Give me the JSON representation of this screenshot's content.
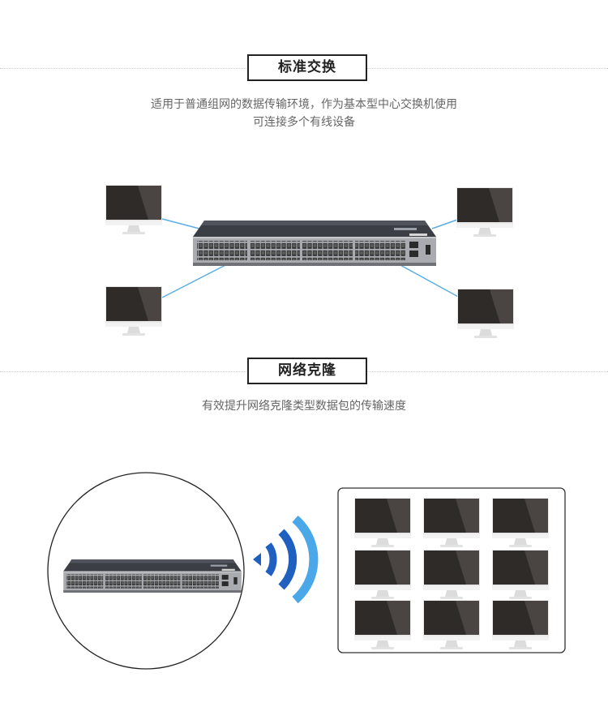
{
  "sections": [
    {
      "title": "标准交换",
      "description_lines": [
        "适用于普通组网的数据传输环境，作为基本型中心交换机使用",
        "可连接多个有线设备"
      ]
    },
    {
      "title": "网络克隆",
      "description_lines": [
        "有效提升网络克隆类型数据包的传输速度"
      ]
    }
  ],
  "colors": {
    "monitor_screen": "#2f2b29",
    "monitor_glare": "#4a4542",
    "link_line": "#5aaee6",
    "wifi_dark": "#1f5fbf",
    "wifi_light": "#4aa7e8",
    "switch_body": "#3c3e45",
    "switch_front": "#a9abb0"
  },
  "icons": [
    "monitor-icon",
    "network-switch-icon",
    "wireless-signal-icon"
  ]
}
